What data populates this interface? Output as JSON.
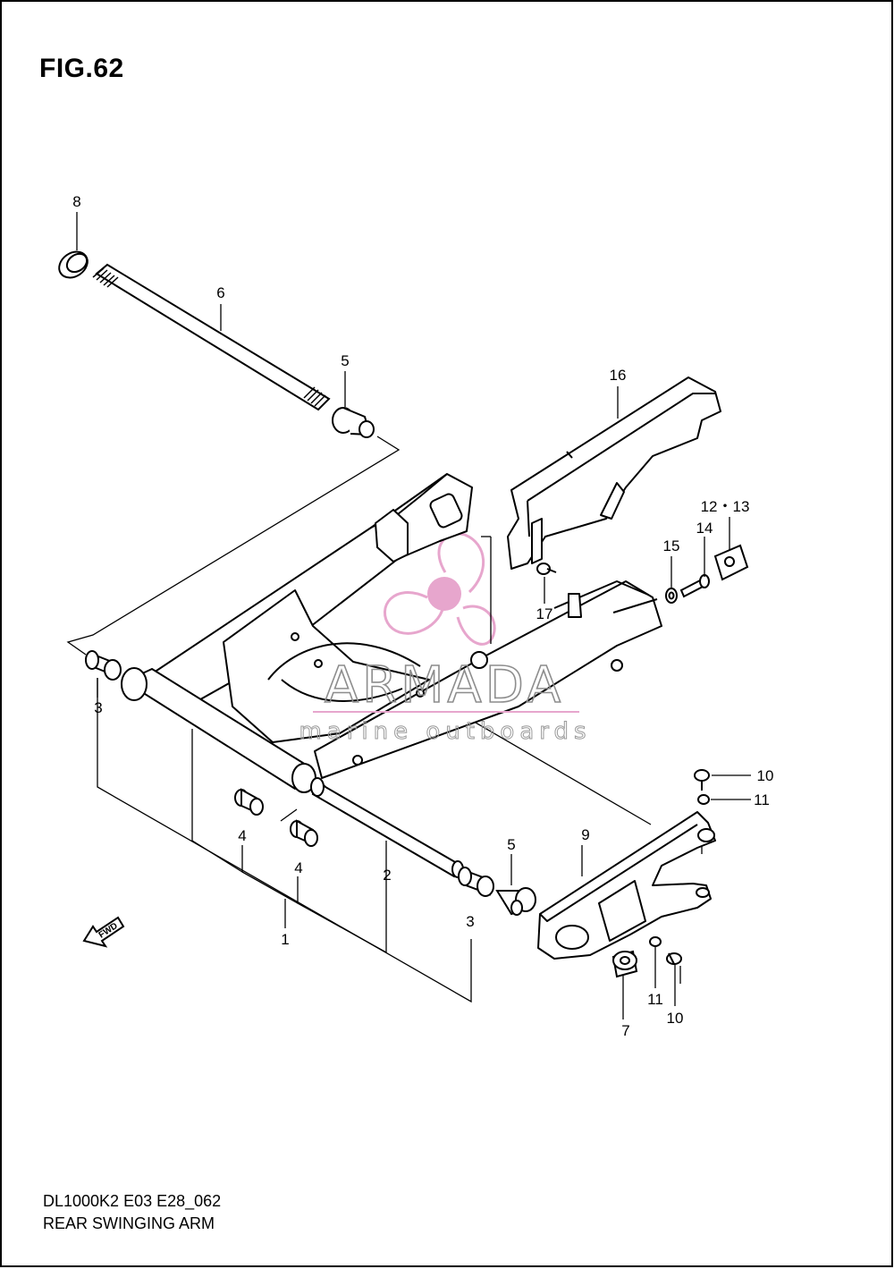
{
  "figure_title": "FIG.62",
  "footer": {
    "code": "DL1000K2 E03 E28_062",
    "name": "REAR SWINGING ARM"
  },
  "watermark": {
    "brand": "ARMADA",
    "tagline": "marine outboards",
    "color_logo": "#e7a6cd",
    "color_text": "#8d8d8d"
  },
  "fwd_label": "FWD",
  "callouts": [
    "8",
    "6",
    "5",
    "16",
    "12・13",
    "14",
    "15",
    "17",
    "3",
    "4",
    "4",
    "10",
    "11",
    "9",
    "5",
    "2",
    "3",
    "1",
    "7",
    "11",
    "10"
  ]
}
